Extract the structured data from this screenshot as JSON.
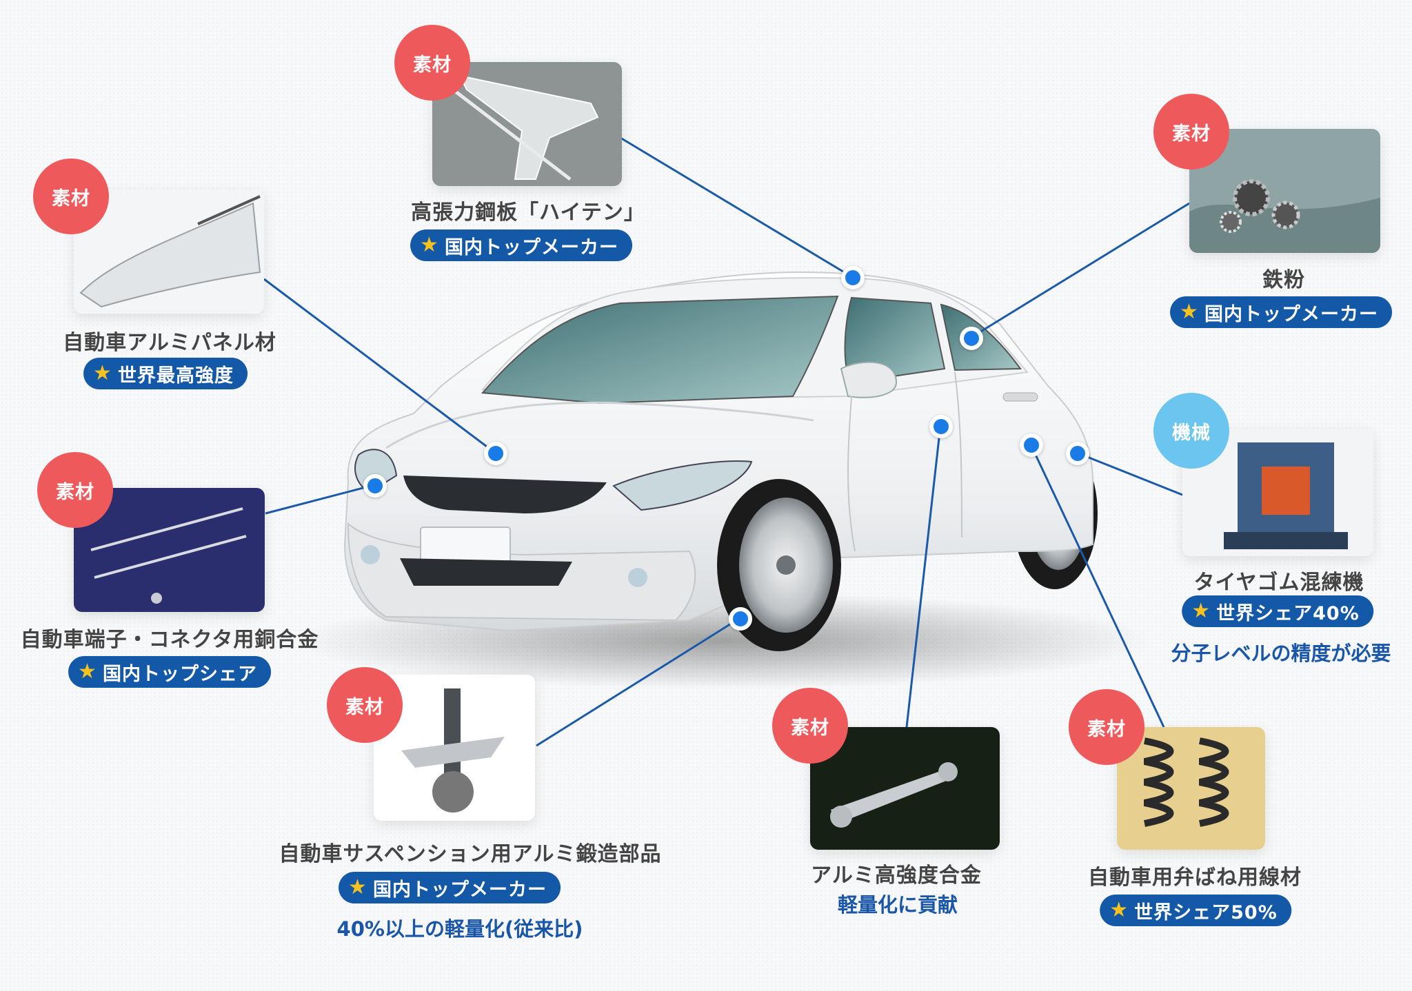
{
  "items": [
    {
      "tag": "素材",
      "name": "高張力鋼板「ハイテン」",
      "badge": "国内トップメーカー",
      "photo_icon": "aluminum-pillar"
    },
    {
      "tag": "素材",
      "name": "鉄粉",
      "badge": "国内トップメーカー",
      "photo_icon": "iron-powder-gears"
    },
    {
      "tag": "素材",
      "name": "自動車アルミパネル材",
      "badge": "世界最高強度",
      "photo_icon": "car-hood-panel"
    },
    {
      "tag": "機械",
      "name": "タイヤゴム混練機",
      "badge": "世界シェア40%",
      "note": "分子レベルの精度が必要",
      "photo_icon": "rubber-mixer-machine"
    },
    {
      "tag": "素材",
      "name": "自動車端子・コネクタ用銅合金",
      "badge": "国内トップシェア",
      "photo_icon": "connector-terminals"
    },
    {
      "tag": "素材",
      "name": "自動車サスペンション用アルミ鍛造部品",
      "badge": "国内トップメーカー",
      "note": "40%以上の軽量化(従来比)",
      "photo_icon": "suspension-part"
    },
    {
      "tag": "素材",
      "name": "アルミ高強度合金",
      "note": "軽量化に貢献",
      "photo_icon": "aluminum-bar"
    },
    {
      "tag": "素材",
      "name": "自動車用弁ばね用線材",
      "badge": "世界シェア50%",
      "photo_icon": "valve-springs"
    }
  ],
  "colors": {
    "material_tag": "#ee5a5c",
    "machine_tag": "#6cc5ee",
    "badge_bg": "#1458a8",
    "star": "#f7c21e",
    "line": "#1a5aa8",
    "dot": "#1a7be6"
  },
  "icons": {
    "badge_star": "star-icon"
  }
}
